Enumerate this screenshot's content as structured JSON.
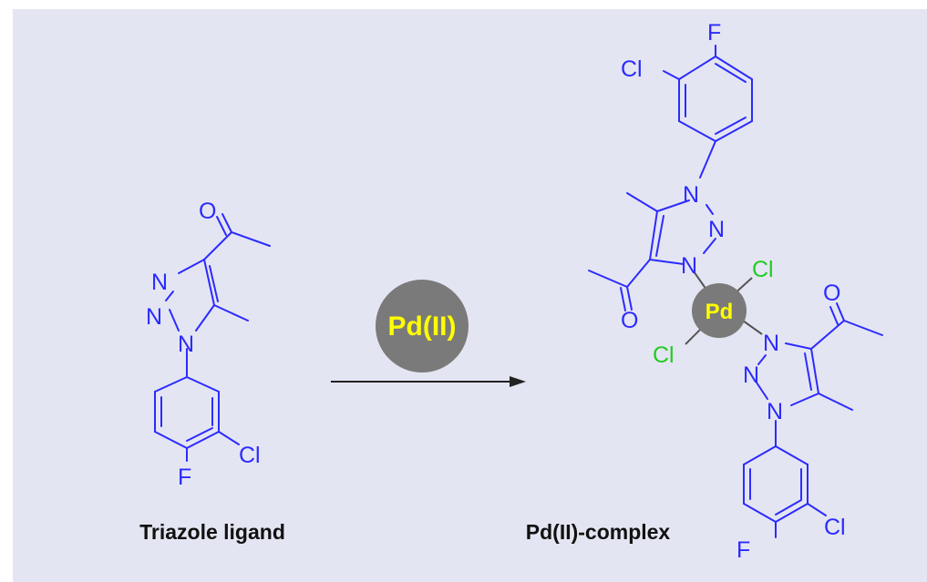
{
  "colors": {
    "background": "#e4e5f2",
    "bond_ligand": "#2b2bff",
    "bond_complex": "#2b2bff",
    "bond_gray": "#555555",
    "chlorine_coordinated": "#22cc22",
    "pd_circle": "#7a7a7a",
    "pd_text": "#ffff00",
    "arrow": "#222222",
    "caption": "#111111"
  },
  "atoms": {
    "o": "O",
    "n": "N",
    "cl": "Cl",
    "f": "F",
    "pd": "Pd"
  },
  "reagent": {
    "label": "Pd(II)"
  },
  "captions": {
    "ligand": "Triazole ligand",
    "complex": "Pd(II)-complex"
  }
}
